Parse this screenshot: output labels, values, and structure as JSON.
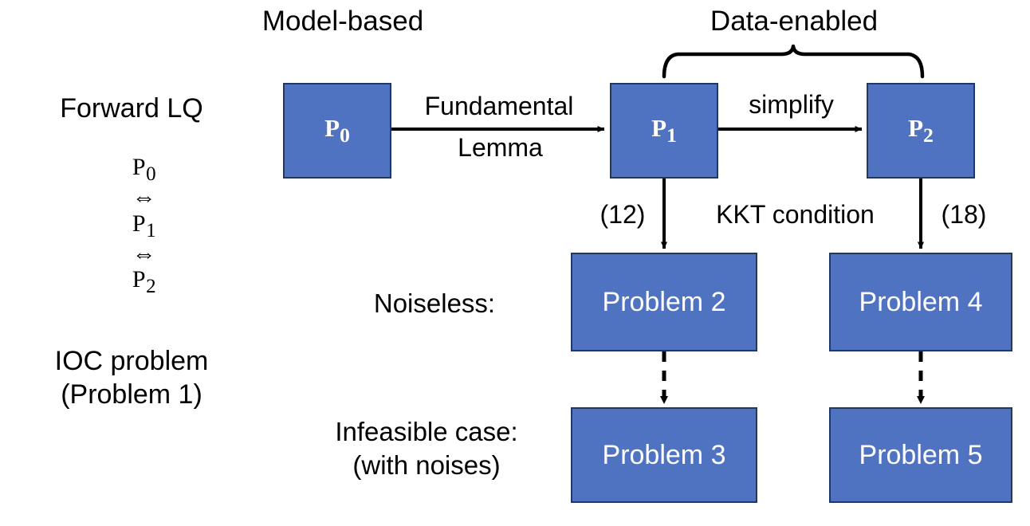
{
  "figure": {
    "background": "#ffffff",
    "box_fill": "#4F73C0",
    "box_border": "#1F3864",
    "box_text_color": "#FFFFFF",
    "line_color": "#000000"
  },
  "headers": {
    "model_based": "Model-based",
    "data_enabled": "Data-enabled"
  },
  "side_labels": {
    "forward_lq_title": "Forward LQ",
    "forward_lq_chain": "P0 ⇔ P1 ⇔ P2",
    "ioc_line1": "IOC problem",
    "ioc_line2": "(Problem 1)"
  },
  "row_labels": {
    "noiseless": "Noiseless:",
    "infeasible_line1": "Infeasible case:",
    "infeasible_line2": "(with noises)"
  },
  "nodes": {
    "p0": "P",
    "p0_sub": "0",
    "p1": "P",
    "p1_sub": "1",
    "p2": "P",
    "p2_sub": "2",
    "problem2": "Problem 2",
    "problem3": "Problem 3",
    "problem4": "Problem 4",
    "problem5": "Problem 5"
  },
  "edges": {
    "fundamental_line1": "Fundamental",
    "fundamental_line2": "Lemma",
    "simplify": "simplify",
    "kkt": "KKT condition",
    "eq12": "(12)",
    "eq18": "(18)"
  }
}
